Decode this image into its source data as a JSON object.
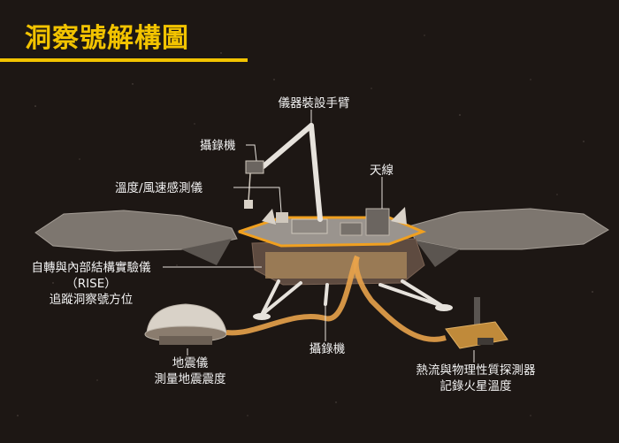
{
  "title": "洞察號解構圖",
  "labels": {
    "arm": "儀器裝設手臂",
    "camera_top": "攝錄機",
    "temp_wind": "溫度/風速感測儀",
    "antenna": "天線",
    "rise_line1": "自轉與內部結構實驗儀",
    "rise_line2": "（RISE）",
    "rise_line3": "追蹤洞察號方位",
    "seismo_line1": "地震儀",
    "seismo_line2": "測量地震震度",
    "camera_bottom": "攝錄機",
    "heat_line1": "熱流與物理性質探測器",
    "heat_line2": "記錄火星溫度"
  },
  "colors": {
    "background": "#1d1714",
    "title": "#f2c300",
    "label": "#f2f2f2",
    "tether": "#e8a24a",
    "deck_ring": "#f0a020"
  }
}
